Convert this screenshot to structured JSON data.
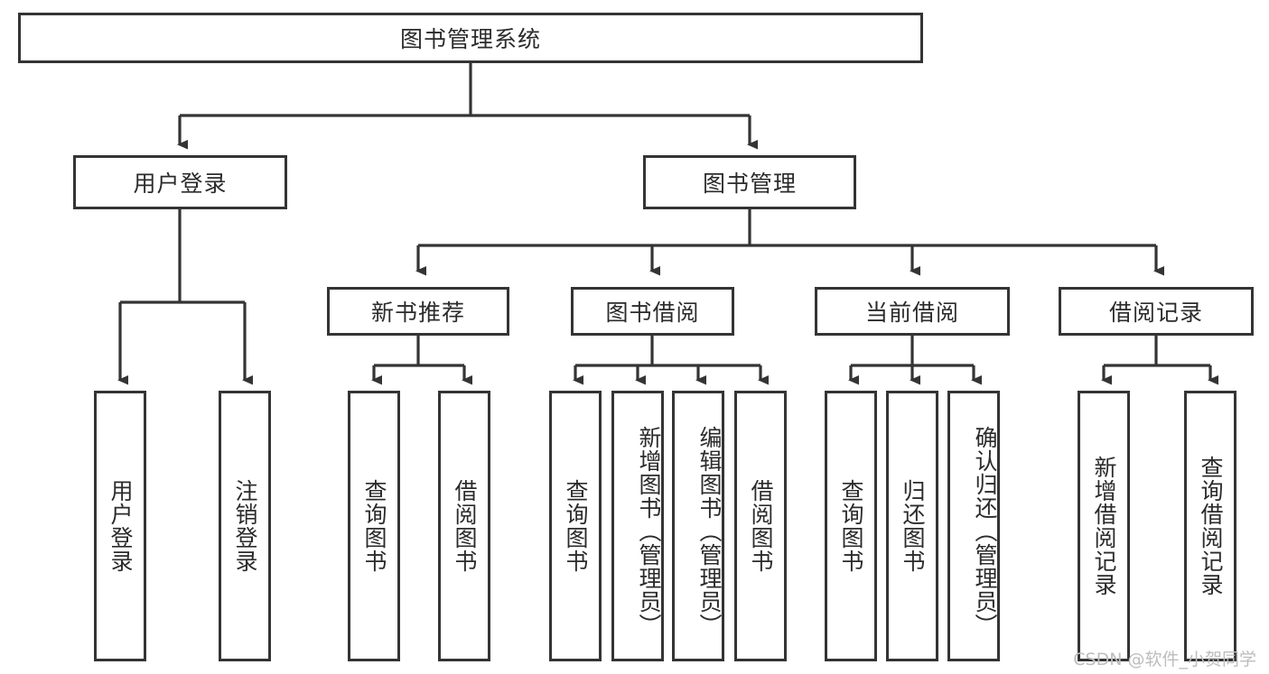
{
  "diagram": {
    "type": "tree-hierarchy",
    "title": "图书管理系统",
    "watermark": "CSDN @软件_小贺同学",
    "colors": {
      "stroke": "#343434",
      "background": "#ffffff",
      "text": "#2b2b2b",
      "watermark": "#bdbdbd"
    },
    "root": {
      "label": "图书管理系统"
    },
    "level2": [
      {
        "label": "用户登录"
      },
      {
        "label": "图书管理"
      }
    ],
    "level3": [
      {
        "label": "新书推荐"
      },
      {
        "label": "图书借阅"
      },
      {
        "label": "当前借阅"
      },
      {
        "label": "借阅记录"
      }
    ],
    "leaves": {
      "user_login": [
        {
          "label": "用户登录"
        },
        {
          "label": "注销登录"
        }
      ],
      "new_book": [
        {
          "label": "查询图书"
        },
        {
          "label": "借阅图书"
        }
      ],
      "book_borrow": [
        {
          "label": "查询图书"
        },
        {
          "label": "新增图书（管理员）"
        },
        {
          "label": "编辑图书（管理员）"
        },
        {
          "label": "借阅图书"
        }
      ],
      "current_borrow": [
        {
          "label": "查询图书"
        },
        {
          "label": "归还图书"
        },
        {
          "label": "确认归还（管理员）"
        }
      ],
      "borrow_record": [
        {
          "label": "新增借阅记录"
        },
        {
          "label": "查询借阅记录"
        }
      ]
    }
  }
}
